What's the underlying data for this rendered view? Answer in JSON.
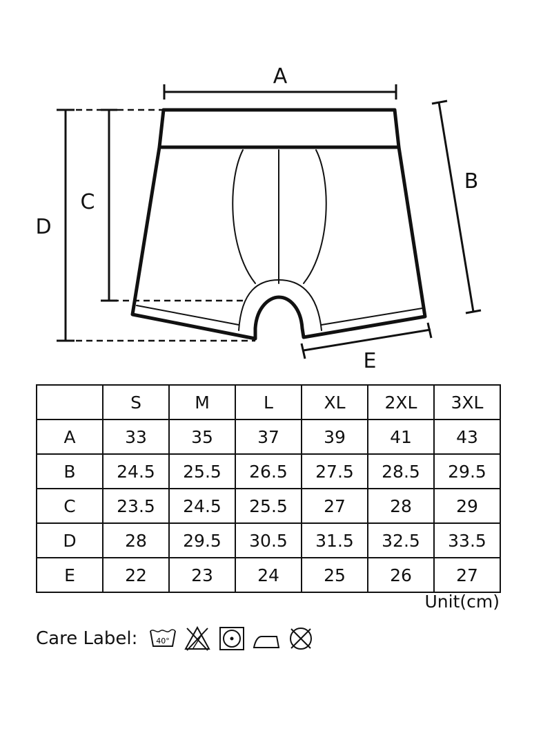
{
  "diagram": {
    "labels": {
      "a": "A",
      "b": "B",
      "c": "C",
      "d": "D",
      "e": "E"
    }
  },
  "table": {
    "header": [
      "",
      "S",
      "M",
      "L",
      "XL",
      "2XL",
      "3XL"
    ],
    "rows": [
      {
        "label": "A",
        "values": [
          "33",
          "35",
          "37",
          "39",
          "41",
          "43"
        ]
      },
      {
        "label": "B",
        "values": [
          "24.5",
          "25.5",
          "26.5",
          "27.5",
          "28.5",
          "29.5"
        ]
      },
      {
        "label": "C",
        "values": [
          "23.5",
          "24.5",
          "25.5",
          "27",
          "28",
          "29"
        ]
      },
      {
        "label": "D",
        "values": [
          "28",
          "29.5",
          "30.5",
          "31.5",
          "32.5",
          "33.5"
        ]
      },
      {
        "label": "E",
        "values": [
          "22",
          "23",
          "24",
          "25",
          "26",
          "27"
        ]
      }
    ]
  },
  "unit": "Unit(cm)",
  "care": {
    "label": "Care Label:",
    "wash_temp": "40°",
    "icons": [
      "wash-40-icon",
      "no-bleach-icon",
      "tumble-dry-icon",
      "iron-icon",
      "no-dry-clean-icon"
    ]
  }
}
